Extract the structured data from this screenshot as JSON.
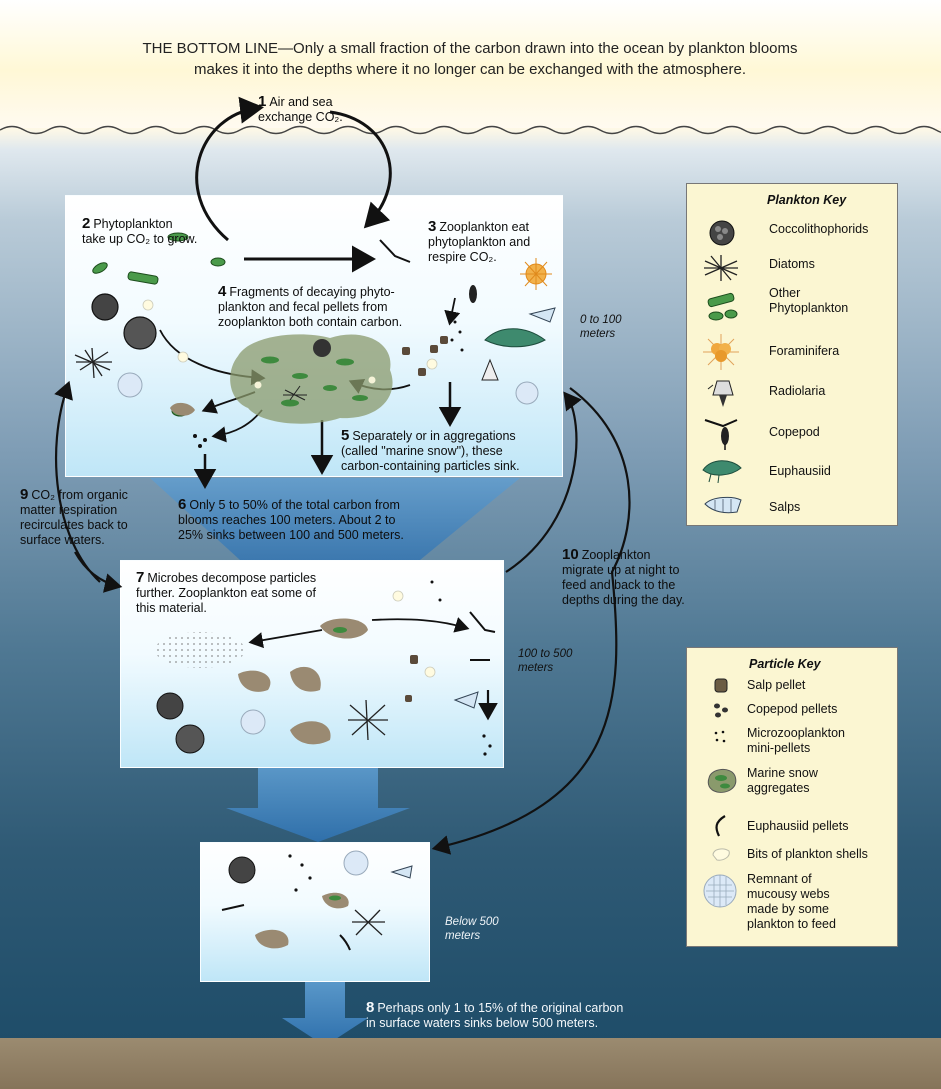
{
  "title": {
    "line1": "THE BOTTOM LINE—Only a small fraction of the carbon drawn into the ocean by plankton blooms",
    "line2": "makes it into the depths where it no longer can be exchanged with the atmosphere."
  },
  "steps": {
    "s1": {
      "num": "1",
      "line1": "Air and sea",
      "line2": "exchange CO₂."
    },
    "s2": {
      "num": "2",
      "line1": "Phytoplankton",
      "line2": "take up CO₂ to grow."
    },
    "s3": {
      "num": "3",
      "line1": "Zooplankton eat",
      "line2": "phytoplankton and",
      "line3": "respire CO₂."
    },
    "s4": {
      "num": "4",
      "line1": "Fragments of decaying phyto-",
      "line2": "plankton and fecal pellets from",
      "line3": "zooplankton both contain carbon."
    },
    "s5": {
      "num": "5",
      "line1": "Separately or in aggregations",
      "line2": "(called \"marine snow\"), these",
      "line3": "carbon-containing particles sink."
    },
    "s6": {
      "num": "6",
      "line1": "Only 5 to 50% of the total carbon from",
      "line2": "blooms reaches 100 meters. About 2 to",
      "line3": "25% sinks between 100 and 500 meters."
    },
    "s7": {
      "num": "7",
      "line1": "Microbes decompose particles",
      "line2": "further. Zooplankton eat some of",
      "line3": "this material."
    },
    "s8": {
      "num": "8",
      "line1": "Perhaps only 1 to 15% of the original carbon",
      "line2": "in surface waters sinks below 500 meters."
    },
    "s9": {
      "num": "9",
      "line1": "CO₂ from organic",
      "line2": "matter respiration",
      "line3": "recirculates back to",
      "line4": "surface waters."
    },
    "s10": {
      "num": "10",
      "line1": "Zooplankton",
      "line2": "migrate up at night to",
      "line3": "feed and back to the",
      "line4": "depths during the day."
    }
  },
  "depths": {
    "d1": {
      "line1": "0 to 100",
      "line2": "meters"
    },
    "d2": {
      "line1": "100 to 500",
      "line2": "meters"
    },
    "d3": {
      "line1": "Below 500",
      "line2": "meters"
    }
  },
  "plankton_key": {
    "title": "Plankton Key",
    "items": [
      {
        "label": "Coccolithophorids",
        "icon": "coccolithophorid-icon"
      },
      {
        "label": "Diatoms",
        "icon": "diatom-icon"
      },
      {
        "label": "Other",
        "label2": "Phytoplankton",
        "icon": "phytoplankton-icon"
      },
      {
        "label": "Foraminifera",
        "icon": "foraminifera-icon"
      },
      {
        "label": "Radiolaria",
        "icon": "radiolaria-icon"
      },
      {
        "label": "Copepod",
        "icon": "copepod-icon"
      },
      {
        "label": "Euphausiid",
        "icon": "euphausiid-icon"
      },
      {
        "label": "Salps",
        "icon": "salp-icon"
      }
    ]
  },
  "particle_key": {
    "title": "Particle Key",
    "items": [
      {
        "label": "Salp pellet",
        "icon": "salp-pellet-icon"
      },
      {
        "label": "Copepod pellets",
        "icon": "copepod-pellets-icon"
      },
      {
        "label": "Microzooplankton",
        "label2": "mini-pellets",
        "icon": "mini-pellets-icon"
      },
      {
        "label": "Marine snow",
        "label2": "aggregates",
        "icon": "marine-snow-icon"
      },
      {
        "label": "Euphausiid pellets",
        "icon": "euphausiid-pellet-icon"
      },
      {
        "label": "Bits of plankton shells",
        "icon": "shell-bits-icon"
      },
      {
        "label": "Remnant of",
        "label2": "mucousy webs",
        "label3": "made by some",
        "label4": "plankton to feed",
        "icon": "mucous-web-icon"
      }
    ]
  },
  "colors": {
    "sky": "#fff8d6",
    "ocean_deep": "#1f4d69",
    "box_fill": "#bfe6f7",
    "key_fill": "#fbf6d2",
    "seafloor": "#86745a",
    "arrow": "#111111"
  }
}
